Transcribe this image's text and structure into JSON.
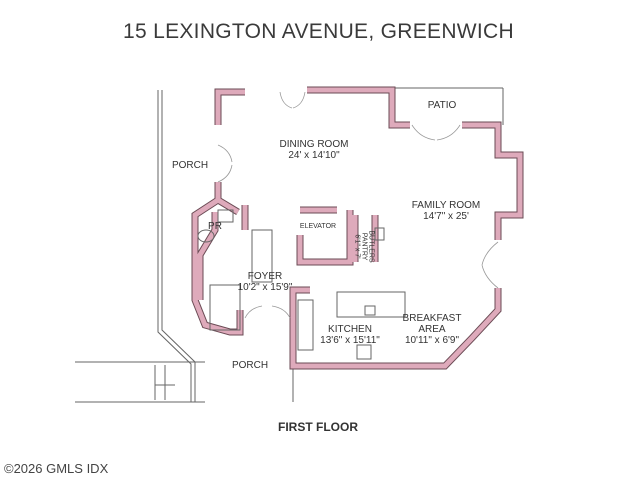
{
  "title": "15 LEXINGTON AVENUE, GREENWICH",
  "rooms": [
    {
      "name": "DINING ROOM",
      "size": "24' x 14'10\""
    },
    {
      "name": "FAMILY ROOM",
      "size": "14'7\" x 25'"
    },
    {
      "name": "FOYER",
      "size": "10'2\" x 15'9\""
    },
    {
      "name": "KITCHEN",
      "size": "13'6\" x 15'11\""
    },
    {
      "name": "BREAKFAST AREA",
      "size": "10'11\" x 6'9\""
    },
    {
      "name": "PORCH"
    },
    {
      "name": "PORCH"
    },
    {
      "name": "PATIO"
    },
    {
      "name": "PR"
    },
    {
      "name": "ELEVATOR"
    },
    {
      "name": "BUTLERS PANTRY",
      "size": "6'1\" x 7'"
    }
  ],
  "floor_label": "FIRST FLOOR",
  "copyright": "©2026 GMLS IDX",
  "colors": {
    "wall": "#deaabb",
    "wall_outline": "#6b4b55"
  }
}
